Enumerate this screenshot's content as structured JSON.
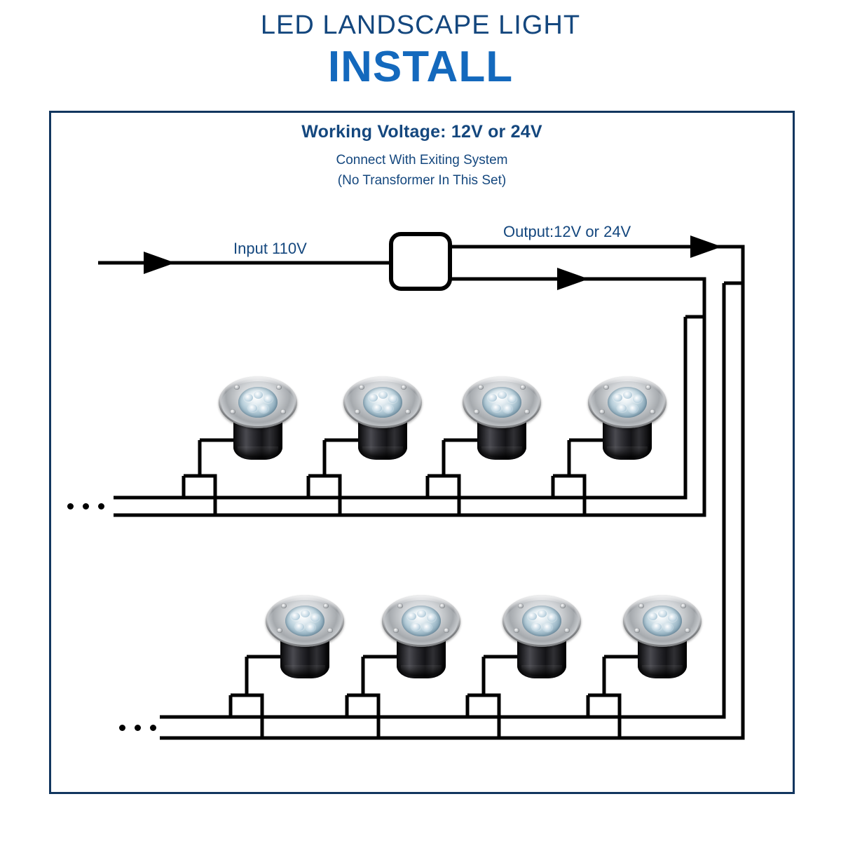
{
  "title": {
    "line1": "LED LANDSCAPE LIGHT",
    "line2": "INSTALL",
    "color_line1": "#14477e",
    "color_line2": "#1469bd"
  },
  "frame": {
    "border_color": "#12365f"
  },
  "notice": {
    "heading": "Working Voltage: 12V or 24V",
    "sub_line_1": "Connect With Exiting System",
    "sub_line_2": "(No Transformer In This Set)",
    "text_color": "#14477e"
  },
  "diagram": {
    "input_label": "Input 110V",
    "output_label": "Output:12V or 24V",
    "wire_color": "#000000",
    "transformer": {
      "name": "transformer-box",
      "shape": "rounded-rectangle"
    },
    "rows": [
      {
        "name": "top-light-row",
        "continuation": "...",
        "lights": [
          {
            "label": "led-landscape-light-1"
          },
          {
            "label": "led-landscape-light-2"
          },
          {
            "label": "led-landscape-light-3"
          },
          {
            "label": "led-landscape-light-4"
          }
        ]
      },
      {
        "name": "bottom-light-row",
        "continuation": "...",
        "lights": [
          {
            "label": "led-landscape-light-5"
          },
          {
            "label": "led-landscape-light-6"
          },
          {
            "label": "led-landscape-light-7"
          },
          {
            "label": "led-landscape-light-8"
          }
        ]
      }
    ]
  }
}
